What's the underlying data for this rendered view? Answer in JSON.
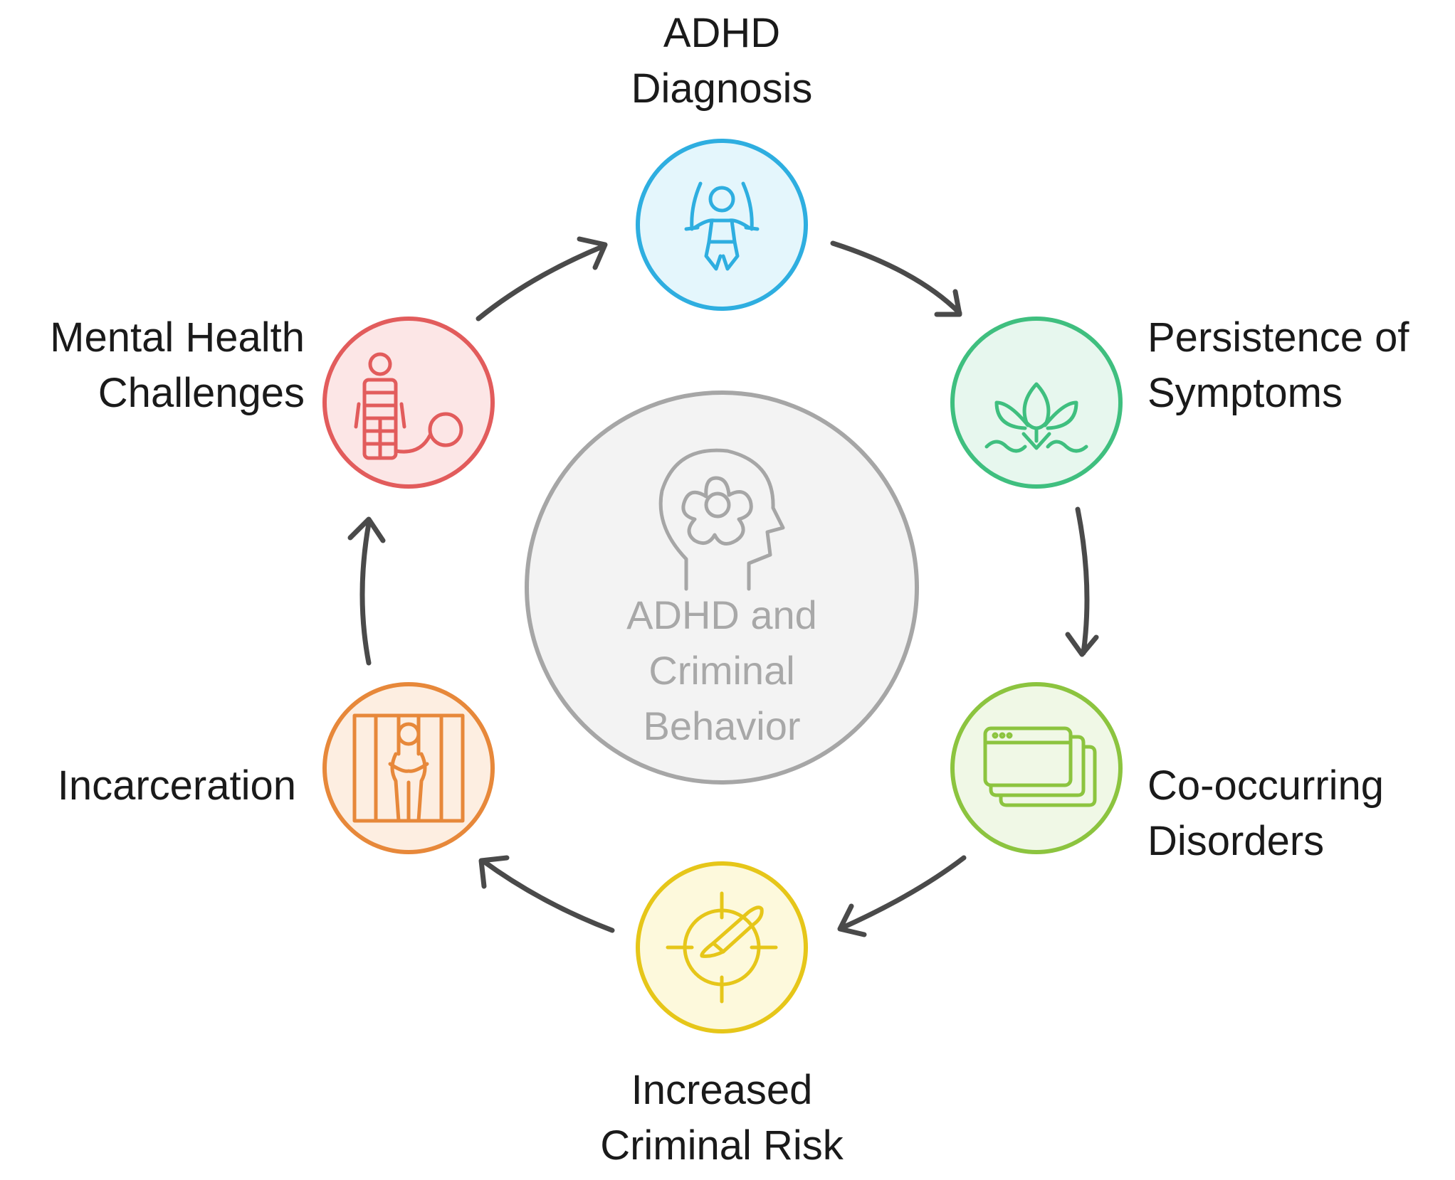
{
  "center": {
    "lines": [
      "ADHD and",
      "Criminal",
      "Behavior"
    ],
    "icon": "head-flower-icon",
    "stroke": "#a6a6a6",
    "fill": "#f3f3f3"
  },
  "stages": [
    {
      "id": "adhd-diagnosis",
      "lines": [
        "ADHD",
        "Diagnosis"
      ],
      "icon": "child-jump-rope-icon",
      "stroke": "#2eaee0",
      "fill": "#e4f6fc"
    },
    {
      "id": "persistence-of-symptoms",
      "lines": [
        "Persistence of",
        "Symptoms"
      ],
      "icon": "lotus-water-icon",
      "stroke": "#3fbf7f",
      "fill": "#e7f7ee"
    },
    {
      "id": "co-occurring-disorders",
      "lines": [
        "Co-occurring",
        "Disorders"
      ],
      "icon": "stacked-windows-icon",
      "stroke": "#8cc43f",
      "fill": "#f0f8e6"
    },
    {
      "id": "increased-criminal-risk",
      "lines": [
        "Increased",
        "Criminal Risk"
      ],
      "icon": "knife-target-icon",
      "stroke": "#e6c619",
      "fill": "#fdf9dc"
    },
    {
      "id": "incarceration",
      "lines": [
        "Incarceration"
      ],
      "icon": "prisoner-bars-icon",
      "stroke": "#e7883a",
      "fill": "#fdeee1"
    },
    {
      "id": "mental-health-challenges",
      "lines": [
        "Mental Health",
        "Challenges"
      ],
      "icon": "prisoner-ball-chain-icon",
      "stroke": "#e25c5c",
      "fill": "#fce6e6"
    }
  ],
  "arrow_color": "#4a4a4a"
}
